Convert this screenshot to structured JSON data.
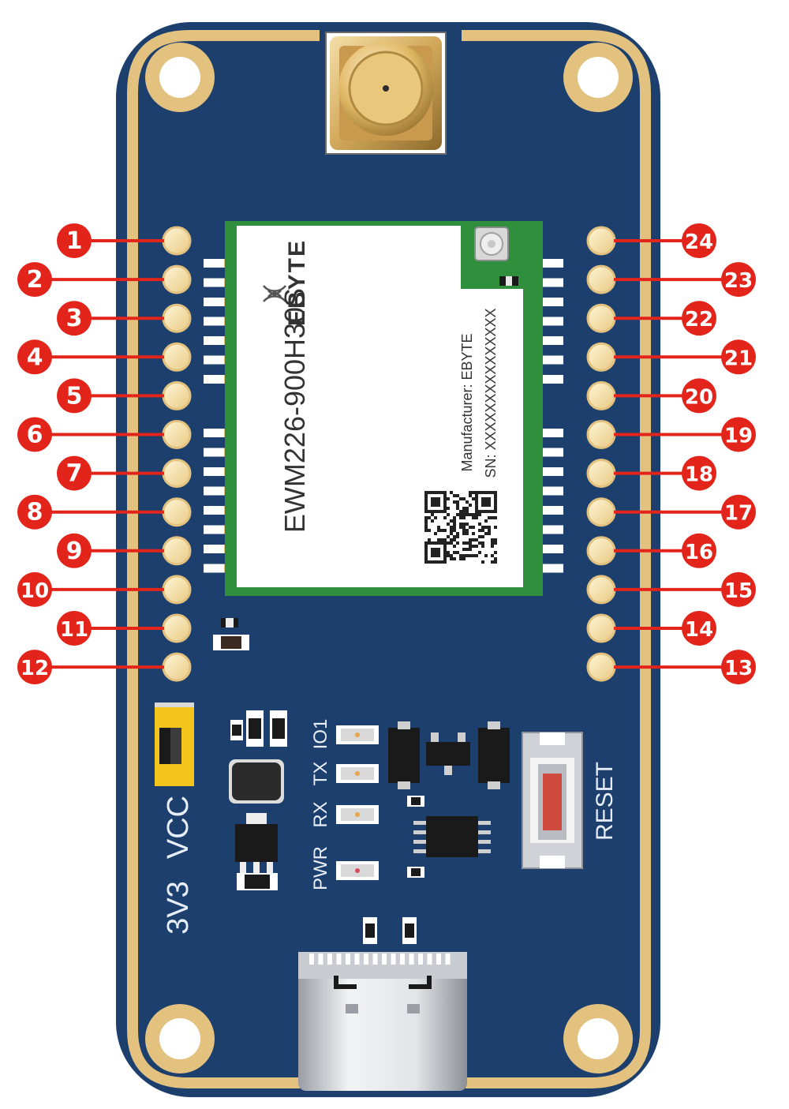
{
  "module": {
    "model": "EWM226-900H30S",
    "brand": "EBYTE",
    "manufacturer": "Manufacturer: EBYTE",
    "serial": "SN: XXXXXXXXXXXXXXX"
  },
  "board_labels": {
    "io1": "IO1",
    "tx": "TX",
    "rx": "RX",
    "pwr": "PWR",
    "vcc": "VCC",
    "v33": "3V3",
    "reset": "RESET"
  },
  "pins_left": [
    "1",
    "2",
    "3",
    "4",
    "5",
    "6",
    "7",
    "8",
    "9",
    "10",
    "11",
    "12"
  ],
  "pins_right": [
    "24",
    "23",
    "22",
    "21",
    "20",
    "19",
    "18",
    "17",
    "16",
    "15",
    "14",
    "13"
  ],
  "colors": {
    "pcb": "#1c3f6e",
    "gold": "#e2c27e",
    "callout": "#e3241b",
    "module_green": "#2f8f3c",
    "jumper": "#f3c51c"
  }
}
